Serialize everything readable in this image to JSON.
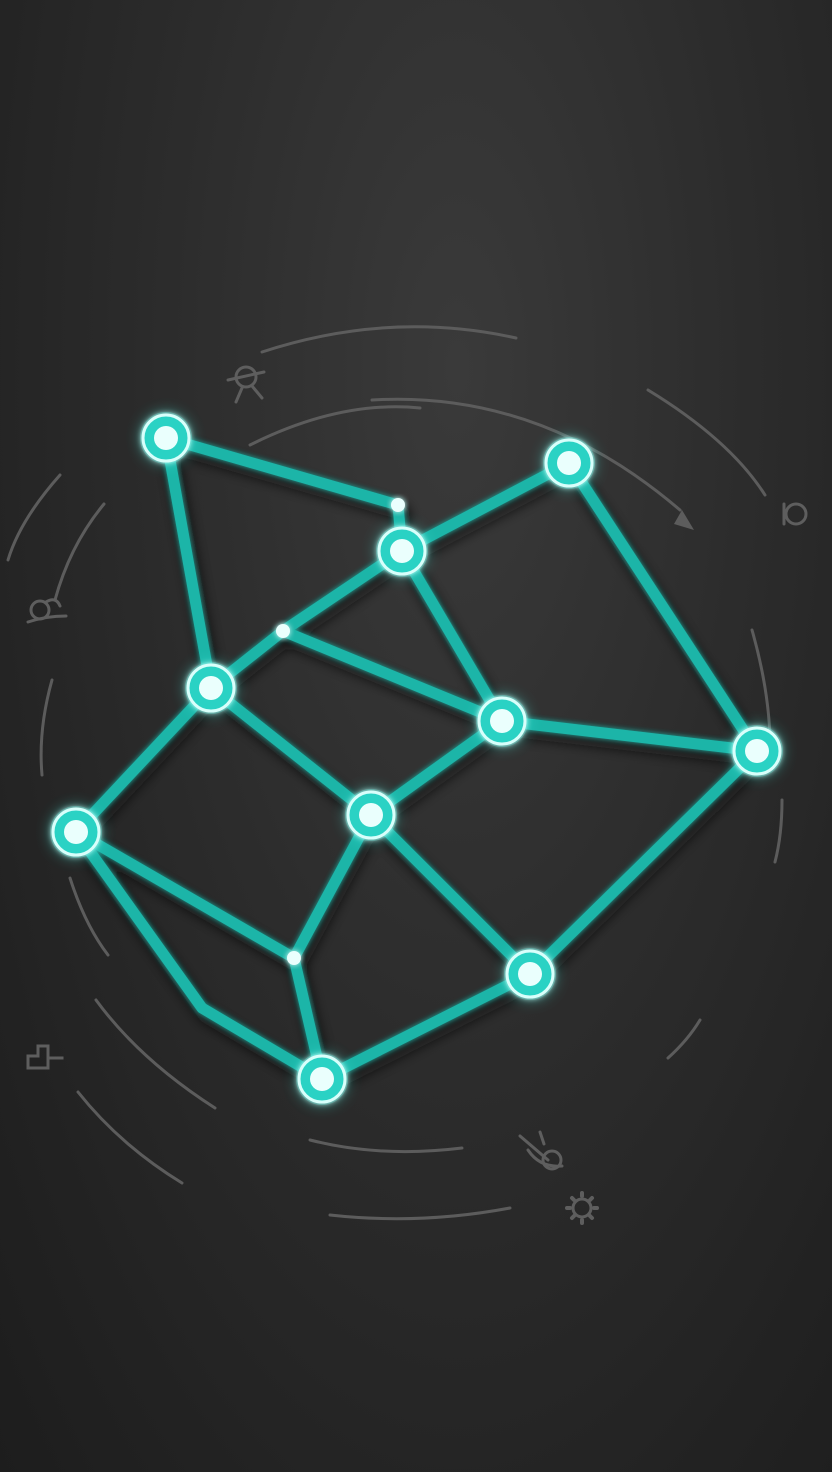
{
  "game": {
    "colors": {
      "background": "#2b2b2b",
      "edge": "#1fb5a8",
      "node_glow": "#3ff0e0",
      "node_core": "#eafffd",
      "decor": "#5a5a5a"
    },
    "decor_icons": [
      "ufo-icon",
      "swirl-icon",
      "sprout-icon",
      "step-block-icon",
      "broom-icon",
      "gear-icon"
    ],
    "node_count": 10,
    "junction_count": 3,
    "edge_count": 18
  }
}
